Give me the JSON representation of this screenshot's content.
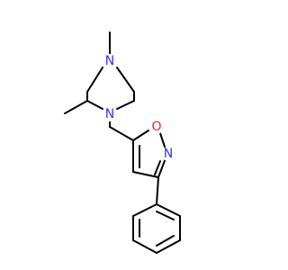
{
  "molecule": {
    "atoms": {
      "n_methyl": {
        "label": "N",
        "color": "#3333ff"
      },
      "n_ring": {
        "label": "N",
        "color": "#3333ff"
      },
      "o_isoxazole": {
        "label": "O",
        "color": "#ff2222"
      },
      "n_isoxazole": {
        "label": "N",
        "color": "#3333ff"
      }
    },
    "bond_color": "#000000",
    "background": "#ffffff"
  }
}
